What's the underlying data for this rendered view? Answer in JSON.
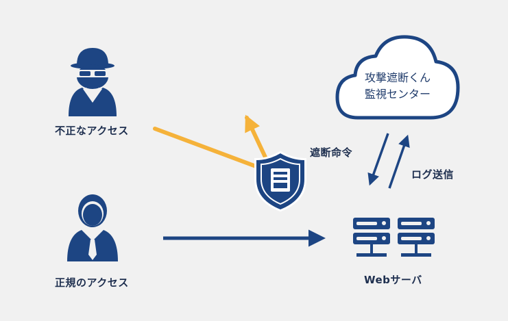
{
  "nodes": {
    "attacker_label": "不正なアクセス",
    "user_label": "正規のアクセス",
    "cloud_line1": "攻撃遮断くん",
    "cloud_line2": "監視センター",
    "server_label": "Webサーバ"
  },
  "edges": {
    "block_command": "遮断命令",
    "log_send": "ログ送信"
  },
  "colors": {
    "navy": "#1d4583",
    "orange": "#f5b23a",
    "background": "#f1f1f1",
    "text": "#1e2f4f"
  }
}
